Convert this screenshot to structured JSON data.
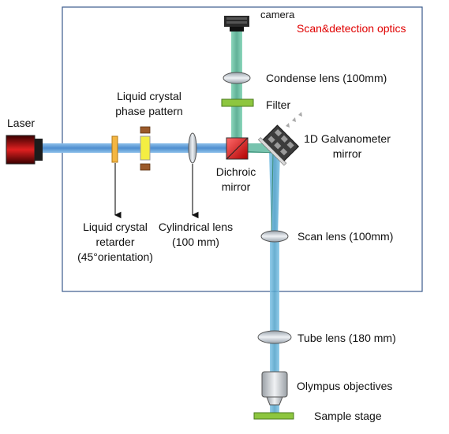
{
  "diagram": {
    "title": "Scan&detection optics",
    "title_color": "#e00000",
    "beam_color": "#5b9bd5",
    "detection_beam_color": "#6cc7a6",
    "components": {
      "laser": "Laser",
      "camera": "camera",
      "condense_lens": "Condense lens (100mm)",
      "filter": "Filter",
      "galvo_line1": "1D Galvanometer",
      "galvo_line2": "mirror",
      "lc_phase_line1": "Liquid crystal",
      "lc_phase_line2": "phase pattern",
      "dichroic_line1": "Dichroic",
      "dichroic_line2": "mirror",
      "lc_retarder_line1": "Liquid crystal",
      "lc_retarder_line2": "retarder",
      "lc_retarder_line3": "(45°orientation)",
      "cyl_lens_line1": "Cylindrical lens",
      "cyl_lens_line2": "(100 mm)",
      "scan_lens": "Scan lens (100mm)",
      "tube_lens": "Tube lens (180 mm)",
      "objective": "Olympus objectives",
      "sample_stage": "Sample stage"
    }
  }
}
